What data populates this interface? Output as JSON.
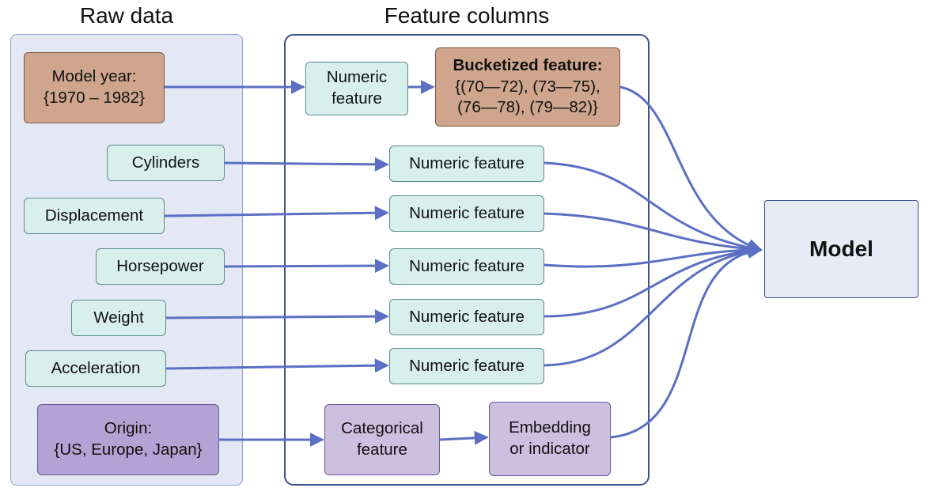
{
  "titles": {
    "raw": "Raw data",
    "features": "Feature columns"
  },
  "raw_inputs": {
    "model_year": {
      "line1": "Model year:",
      "line2": "{1970 – 1982}"
    },
    "cylinders": "Cylinders",
    "displacement": "Displacement",
    "horsepower": "Horsepower",
    "weight": "Weight",
    "acceleration": "Acceleration",
    "origin": {
      "line1": "Origin:",
      "line2": "{US, Europe, Japan}"
    }
  },
  "feature_columns": {
    "numeric_short": {
      "line1": "Numeric",
      "line2": "feature"
    },
    "bucketized": {
      "title": "Bucketized feature:",
      "line1": "{(70—72), (73—75),",
      "line2": "(76—78), (79—82)}"
    },
    "numeric": "Numeric feature",
    "categorical": {
      "line1": "Categorical",
      "line2": "feature"
    },
    "embedding": {
      "line1": "Embedding",
      "line2": "or indicator"
    }
  },
  "model": "Model",
  "colors": {
    "arrow": "#5b6fc5",
    "teal_fill": "#d8efec",
    "tan_fill": "#cfa68d",
    "purple_fill": "#b3a2d3",
    "lavender_fill": "#cdbfe0",
    "model_fill": "#e7ebf6"
  }
}
